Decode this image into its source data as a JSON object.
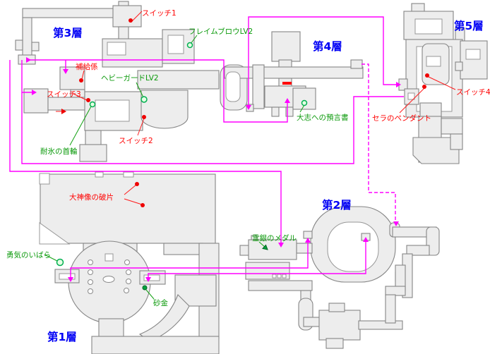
{
  "title": "dungeon-floor-map",
  "floors": {
    "f1": "第1層",
    "f2": "第2層",
    "f3": "第3層",
    "f4": "第4層",
    "f5": "第5層"
  },
  "markers": {
    "switch1": "スイッチ1",
    "switch2": "スイッチ2",
    "switch3": "スイッチ3",
    "switch4": "スイッチ4",
    "supply_clerk": "補給係",
    "sera_pendant": "セラのペンダント",
    "great_statue_fragment": "大神像の破片"
  },
  "items": {
    "flame_blow_lv2": "フレイムブロウLV2",
    "heavy_guard_lv2": "ヘビーガードLV2",
    "ice_proof_collar": "耐氷の首輪",
    "prophecy_book": "大志への預言書",
    "thorn_of_courage": "勇気のいばら",
    "gold_dust": "砂金",
    "silver_medal": "霊銀のメダル"
  },
  "colors": {
    "floor_label": "#0000f5",
    "switch_label": "#ff0000",
    "item_label": "#0b9a0b",
    "route_line": "#ff00ff",
    "map_fill": "#ededed",
    "map_stroke": "#858585",
    "red_door": "#ff0000",
    "red_dot": "#ee0000",
    "item_marker": "#00b050"
  },
  "symbols": {
    "red_dot": "switch-or-event-marker",
    "green_ring": "item-location-marker",
    "magenta_arrow": "route-direction-arrow",
    "magenta_dashed": "one-way-hidden-route",
    "red_bar": "locked-door",
    "red_arrow": "one-way-passage"
  }
}
